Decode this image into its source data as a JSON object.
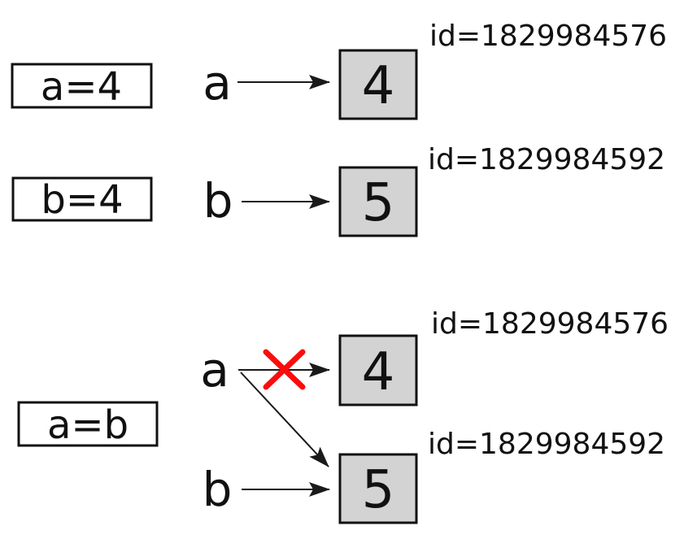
{
  "diagram": {
    "colors": {
      "object_box_fill": "#d3d3d3",
      "cross": "#fb0d0d",
      "arrow": "#1a1a1a"
    },
    "step1": {
      "statement": "a=4",
      "variable": "a",
      "object_value": "4",
      "object_id": "id=1829984576"
    },
    "step2": {
      "statement": "b=4",
      "variable": "b",
      "object_value": "5",
      "object_id": "id=1829984592"
    },
    "step3": {
      "statement": "a=b",
      "variable_a": "a",
      "variable_b": "b",
      "object4_value": "4",
      "object4_id": "id=1829984576",
      "object5_value": "5",
      "object5_id": "id=1829984592"
    }
  }
}
